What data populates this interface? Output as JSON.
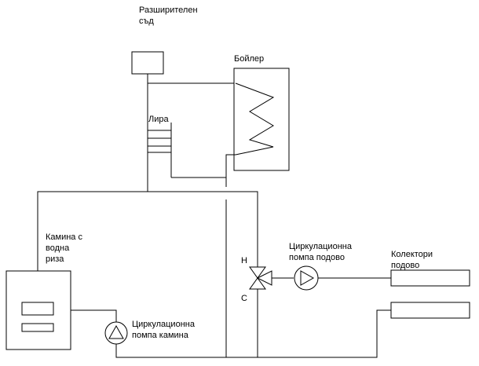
{
  "labels": {
    "expansion_line1": "Разширителен",
    "expansion_line2": "съд",
    "boiler": "Бойлер",
    "lira": "Лира",
    "fireplace_line1": "Камина с",
    "fireplace_line2": "водна",
    "fireplace_line3": "риза",
    "pump_floor_line1": "Циркулационна",
    "pump_floor_line2": "помпа подово",
    "collectors_line1": "Колектори",
    "collectors_line2": "подово",
    "valve_h": "Н",
    "valve_c": "С",
    "pump_fireplace_line1": "Циркулационна",
    "pump_fireplace_line2": "помпа камина"
  }
}
